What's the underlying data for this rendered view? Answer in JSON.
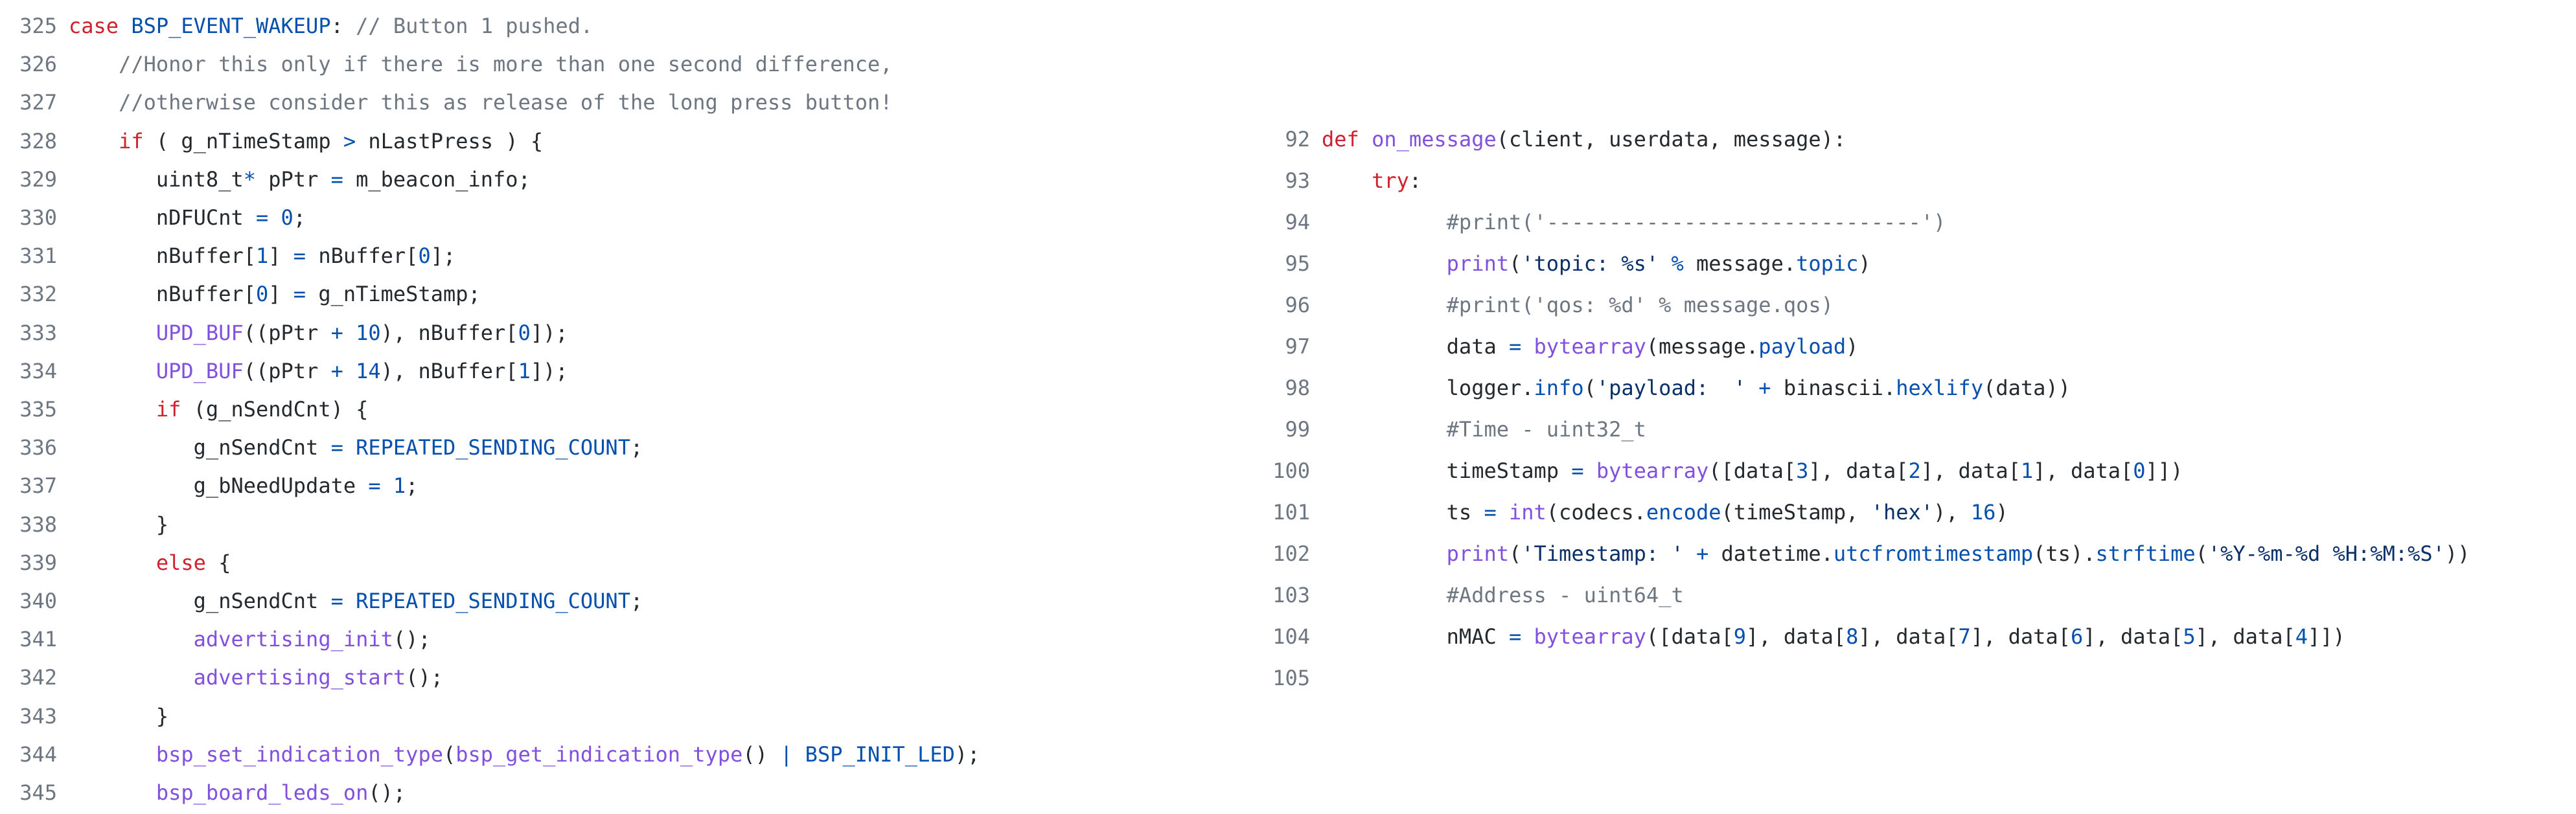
{
  "colors": {
    "keyword": "#cf222e",
    "function": "#8250df",
    "constant": "#0550ae",
    "string": "#0a3069",
    "comment": "#6e7781",
    "text": "#24292e",
    "line_number": "#6e7781"
  },
  "left_snippet": {
    "lines": [
      {
        "n": "325",
        "t": [
          [
            "kw",
            "case"
          ],
          [
            "plain",
            " "
          ],
          [
            "const",
            "BSP_EVENT_WAKEUP"
          ],
          [
            "plain",
            ": "
          ],
          [
            "cm",
            "// Button 1 pushed."
          ]
        ]
      },
      {
        "n": "326",
        "t": [
          [
            "plain",
            "    "
          ],
          [
            "cm",
            "//Honor this only if there is more than one second difference,"
          ]
        ]
      },
      {
        "n": "327",
        "t": [
          [
            "plain",
            "    "
          ],
          [
            "cm",
            "//otherwise consider this as release of the long press button!"
          ]
        ]
      },
      {
        "n": "328",
        "t": [
          [
            "plain",
            "    "
          ],
          [
            "kw",
            "if"
          ],
          [
            "plain",
            " ( g_nTimeStamp "
          ],
          [
            "op",
            ">"
          ],
          [
            "plain",
            " nLastPress ) {"
          ]
        ]
      },
      {
        "n": "329",
        "t": [
          [
            "plain",
            "       uint8_t"
          ],
          [
            "op",
            "*"
          ],
          [
            "plain",
            " pPtr "
          ],
          [
            "op",
            "="
          ],
          [
            "plain",
            " m_beacon_info;"
          ]
        ]
      },
      {
        "n": "330",
        "t": [
          [
            "plain",
            "       nDFUCnt "
          ],
          [
            "op",
            "="
          ],
          [
            "plain",
            " "
          ],
          [
            "const",
            "0"
          ],
          [
            "plain",
            ";"
          ]
        ]
      },
      {
        "n": "331",
        "t": [
          [
            "plain",
            "       nBuffer["
          ],
          [
            "const",
            "1"
          ],
          [
            "plain",
            "] "
          ],
          [
            "op",
            "="
          ],
          [
            "plain",
            " nBuffer["
          ],
          [
            "const",
            "0"
          ],
          [
            "plain",
            "];"
          ]
        ]
      },
      {
        "n": "332",
        "t": [
          [
            "plain",
            "       nBuffer["
          ],
          [
            "const",
            "0"
          ],
          [
            "plain",
            "] "
          ],
          [
            "op",
            "="
          ],
          [
            "plain",
            " g_nTimeStamp;"
          ]
        ]
      },
      {
        "n": "333",
        "t": [
          [
            "plain",
            "       "
          ],
          [
            "fn",
            "UPD_BUF"
          ],
          [
            "plain",
            "((pPtr "
          ],
          [
            "op",
            "+"
          ],
          [
            "plain",
            " "
          ],
          [
            "const",
            "10"
          ],
          [
            "plain",
            "), nBuffer["
          ],
          [
            "const",
            "0"
          ],
          [
            "plain",
            "]);"
          ]
        ]
      },
      {
        "n": "334",
        "t": [
          [
            "plain",
            "       "
          ],
          [
            "fn",
            "UPD_BUF"
          ],
          [
            "plain",
            "((pPtr "
          ],
          [
            "op",
            "+"
          ],
          [
            "plain",
            " "
          ],
          [
            "const",
            "14"
          ],
          [
            "plain",
            "), nBuffer["
          ],
          [
            "const",
            "1"
          ],
          [
            "plain",
            "]);"
          ]
        ]
      },
      {
        "n": "335",
        "t": [
          [
            "plain",
            "       "
          ],
          [
            "kw",
            "if"
          ],
          [
            "plain",
            " (g_nSendCnt) {"
          ]
        ]
      },
      {
        "n": "336",
        "t": [
          [
            "plain",
            "          g_nSendCnt "
          ],
          [
            "op",
            "="
          ],
          [
            "plain",
            " "
          ],
          [
            "const",
            "REPEATED_SENDING_COUNT"
          ],
          [
            "plain",
            ";"
          ]
        ]
      },
      {
        "n": "337",
        "t": [
          [
            "plain",
            "          g_bNeedUpdate "
          ],
          [
            "op",
            "="
          ],
          [
            "plain",
            " "
          ],
          [
            "const",
            "1"
          ],
          [
            "plain",
            ";"
          ]
        ]
      },
      {
        "n": "338",
        "t": [
          [
            "plain",
            "       }"
          ]
        ]
      },
      {
        "n": "339",
        "t": [
          [
            "plain",
            "       "
          ],
          [
            "kw",
            "else"
          ],
          [
            "plain",
            " {"
          ]
        ]
      },
      {
        "n": "340",
        "t": [
          [
            "plain",
            "          g_nSendCnt "
          ],
          [
            "op",
            "="
          ],
          [
            "plain",
            " "
          ],
          [
            "const",
            "REPEATED_SENDING_COUNT"
          ],
          [
            "plain",
            ";"
          ]
        ]
      },
      {
        "n": "341",
        "t": [
          [
            "plain",
            "          "
          ],
          [
            "fn",
            "advertising_init"
          ],
          [
            "plain",
            "();"
          ]
        ]
      },
      {
        "n": "342",
        "t": [
          [
            "plain",
            "          "
          ],
          [
            "fn",
            "advertising_start"
          ],
          [
            "plain",
            "();"
          ]
        ]
      },
      {
        "n": "343",
        "t": [
          [
            "plain",
            "       }"
          ]
        ]
      },
      {
        "n": "344",
        "t": [
          [
            "plain",
            "       "
          ],
          [
            "fn",
            "bsp_set_indication_type"
          ],
          [
            "plain",
            "("
          ],
          [
            "fn",
            "bsp_get_indication_type"
          ],
          [
            "plain",
            "() "
          ],
          [
            "op",
            "|"
          ],
          [
            "plain",
            " "
          ],
          [
            "const",
            "BSP_INIT_LED"
          ],
          [
            "plain",
            ");"
          ]
        ]
      },
      {
        "n": "345",
        "t": [
          [
            "plain",
            "       "
          ],
          [
            "fn",
            "bsp_board_leds_on"
          ],
          [
            "plain",
            "();"
          ]
        ]
      }
    ]
  },
  "right_snippet": {
    "lines": [
      {
        "n": "92",
        "t": [
          [
            "kw",
            "def"
          ],
          [
            "plain",
            " "
          ],
          [
            "fn",
            "on_message"
          ],
          [
            "plain",
            "(client, userdata, message):"
          ]
        ]
      },
      {
        "n": "93",
        "t": [
          [
            "plain",
            "    "
          ],
          [
            "kw",
            "try"
          ],
          [
            "plain",
            ":"
          ]
        ]
      },
      {
        "n": "94",
        "t": [
          [
            "plain",
            "          "
          ],
          [
            "cm",
            "#print('------------------------------')"
          ]
        ]
      },
      {
        "n": "95",
        "t": [
          [
            "plain",
            "          "
          ],
          [
            "fn",
            "print"
          ],
          [
            "plain",
            "("
          ],
          [
            "str",
            "'topic: %s'"
          ],
          [
            "plain",
            " "
          ],
          [
            "op",
            "%"
          ],
          [
            "plain",
            " message."
          ],
          [
            "const",
            "topic"
          ],
          [
            "plain",
            ")"
          ]
        ]
      },
      {
        "n": "96",
        "t": [
          [
            "plain",
            "          "
          ],
          [
            "cm",
            "#print('qos: %d' % message.qos)"
          ]
        ]
      },
      {
        "n": "97",
        "t": [
          [
            "plain",
            "          data "
          ],
          [
            "op",
            "="
          ],
          [
            "plain",
            " "
          ],
          [
            "fn",
            "bytearray"
          ],
          [
            "plain",
            "(message."
          ],
          [
            "const",
            "payload"
          ],
          [
            "plain",
            ")"
          ]
        ]
      },
      {
        "n": "98",
        "t": [
          [
            "plain",
            "          logger."
          ],
          [
            "const",
            "info"
          ],
          [
            "plain",
            "("
          ],
          [
            "str",
            "'payload:  '"
          ],
          [
            "plain",
            " "
          ],
          [
            "op",
            "+"
          ],
          [
            "plain",
            " binascii."
          ],
          [
            "const",
            "hexlify"
          ],
          [
            "plain",
            "(data))"
          ]
        ]
      },
      {
        "n": "99",
        "t": [
          [
            "plain",
            "          "
          ],
          [
            "cm",
            "#Time - uint32_t"
          ]
        ]
      },
      {
        "n": "100",
        "t": [
          [
            "plain",
            "          timeStamp "
          ],
          [
            "op",
            "="
          ],
          [
            "plain",
            " "
          ],
          [
            "fn",
            "bytearray"
          ],
          [
            "plain",
            "([data["
          ],
          [
            "const",
            "3"
          ],
          [
            "plain",
            "], data["
          ],
          [
            "const",
            "2"
          ],
          [
            "plain",
            "], data["
          ],
          [
            "const",
            "1"
          ],
          [
            "plain",
            "], data["
          ],
          [
            "const",
            "0"
          ],
          [
            "plain",
            "]])"
          ]
        ]
      },
      {
        "n": "101",
        "t": [
          [
            "plain",
            "          ts "
          ],
          [
            "op",
            "="
          ],
          [
            "plain",
            " "
          ],
          [
            "fn",
            "int"
          ],
          [
            "plain",
            "(codecs."
          ],
          [
            "const",
            "encode"
          ],
          [
            "plain",
            "(timeStamp, "
          ],
          [
            "str",
            "'hex'"
          ],
          [
            "plain",
            "), "
          ],
          [
            "const",
            "16"
          ],
          [
            "plain",
            ")"
          ]
        ]
      },
      {
        "n": "102",
        "t": [
          [
            "plain",
            "          "
          ],
          [
            "fn",
            "print"
          ],
          [
            "plain",
            "("
          ],
          [
            "str",
            "'Timestamp: '"
          ],
          [
            "plain",
            " "
          ],
          [
            "op",
            "+"
          ],
          [
            "plain",
            " datetime."
          ],
          [
            "const",
            "utcfromtimestamp"
          ],
          [
            "plain",
            "(ts)."
          ],
          [
            "const",
            "strftime"
          ],
          [
            "plain",
            "("
          ],
          [
            "str",
            "'%Y-%m-%d %H:%M:%S'"
          ],
          [
            "plain",
            "))"
          ]
        ]
      },
      {
        "n": "103",
        "t": [
          [
            "plain",
            "          "
          ],
          [
            "cm",
            "#Address - uint64_t"
          ]
        ]
      },
      {
        "n": "104",
        "t": [
          [
            "plain",
            "          nMAC "
          ],
          [
            "op",
            "="
          ],
          [
            "plain",
            " "
          ],
          [
            "fn",
            "bytearray"
          ],
          [
            "plain",
            "([data["
          ],
          [
            "const",
            "9"
          ],
          [
            "plain",
            "], data["
          ],
          [
            "const",
            "8"
          ],
          [
            "plain",
            "], data["
          ],
          [
            "const",
            "7"
          ],
          [
            "plain",
            "], data["
          ],
          [
            "const",
            "6"
          ],
          [
            "plain",
            "], data["
          ],
          [
            "const",
            "5"
          ],
          [
            "plain",
            "], data["
          ],
          [
            "const",
            "4"
          ],
          [
            "plain",
            "]])"
          ]
        ]
      },
      {
        "n": "105",
        "t": []
      }
    ]
  }
}
